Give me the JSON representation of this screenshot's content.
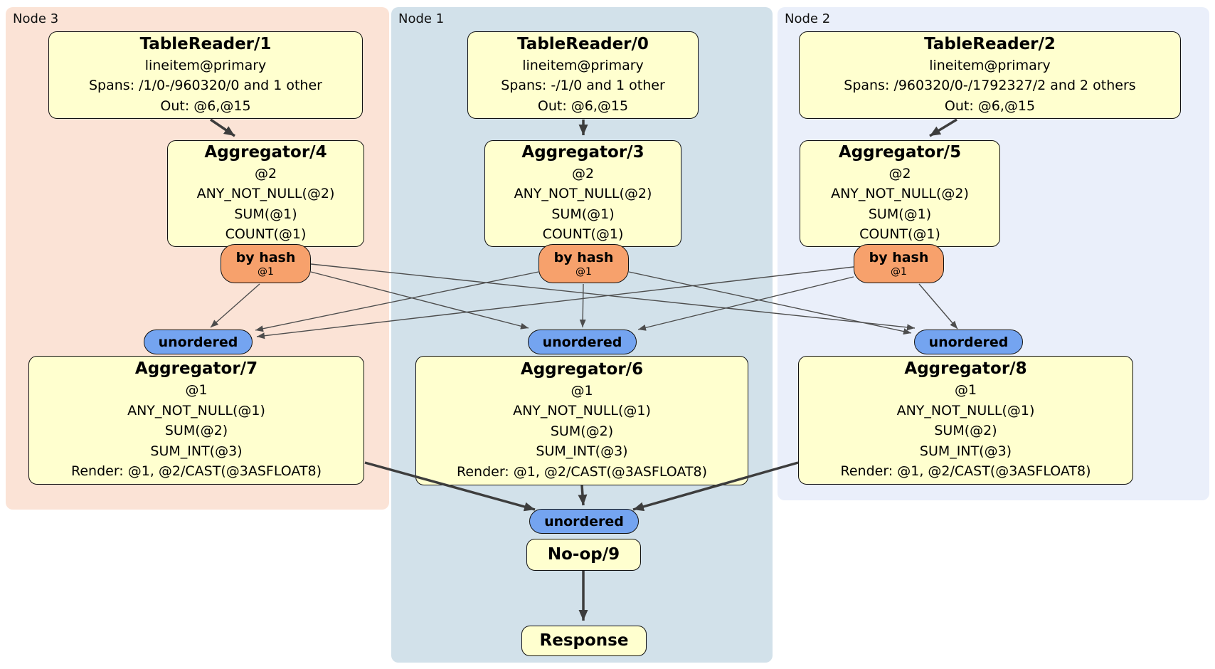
{
  "panels": {
    "node3": {
      "label": "Node 3"
    },
    "node1": {
      "label": "Node 1"
    },
    "node2": {
      "label": "Node 2"
    }
  },
  "processors": {
    "tr1": {
      "title": "TableReader/1",
      "lines": [
        "lineitem@primary",
        "Spans: /1/0-/960320/0 and 1 other",
        "Out: @6,@15"
      ]
    },
    "tr0": {
      "title": "TableReader/0",
      "lines": [
        "lineitem@primary",
        "Spans: -/1/0 and 1 other",
        "Out: @6,@15"
      ]
    },
    "tr2": {
      "title": "TableReader/2",
      "lines": [
        "lineitem@primary",
        "Spans: /960320/0-/1792327/2 and 2 others",
        "Out: @6,@15"
      ]
    },
    "agg4": {
      "title": "Aggregator/4",
      "lines": [
        "@2",
        "ANY_NOT_NULL(@2)",
        "SUM(@1)",
        "COUNT(@1)"
      ]
    },
    "agg3": {
      "title": "Aggregator/3",
      "lines": [
        "@2",
        "ANY_NOT_NULL(@2)",
        "SUM(@1)",
        "COUNT(@1)"
      ]
    },
    "agg5": {
      "title": "Aggregator/5",
      "lines": [
        "@2",
        "ANY_NOT_NULL(@2)",
        "SUM(@1)",
        "COUNT(@1)"
      ]
    },
    "agg7": {
      "title": "Aggregator/7",
      "lines": [
        "@1",
        "ANY_NOT_NULL(@1)",
        "SUM(@2)",
        "SUM_INT(@3)",
        "Render: @1, @2/CAST(@3ASFLOAT8)"
      ]
    },
    "agg6": {
      "title": "Aggregator/6",
      "lines": [
        "@1",
        "ANY_NOT_NULL(@1)",
        "SUM(@2)",
        "SUM_INT(@3)",
        "Render: @1, @2/CAST(@3ASFLOAT8)"
      ]
    },
    "agg8": {
      "title": "Aggregator/8",
      "lines": [
        "@1",
        "ANY_NOT_NULL(@1)",
        "SUM(@2)",
        "SUM_INT(@3)",
        "Render: @1, @2/CAST(@3ASFLOAT8)"
      ]
    },
    "noop": {
      "title": "No-op/9"
    },
    "response": {
      "title": "Response"
    }
  },
  "routers": {
    "hash3": {
      "label": "by hash",
      "detail": "@1"
    },
    "hash1": {
      "label": "by hash",
      "detail": "@1"
    },
    "hash2": {
      "label": "by hash",
      "detail": "@1"
    }
  },
  "streams": {
    "u3": {
      "label": "unordered"
    },
    "u1": {
      "label": "unordered"
    },
    "u2": {
      "label": "unordered"
    },
    "u4": {
      "label": "unordered"
    }
  },
  "colors": {
    "node3_bg": "#fbe3d6",
    "node1_bg": "#d2e1ea",
    "node2_bg": "#eaeffa",
    "processor_bg": "#ffffcf",
    "router_bg": "#f7a16c",
    "stream_bg": "#74a4f0",
    "edge_thin": "#4d4d4d",
    "edge_thick": "#3d3d3d"
  }
}
